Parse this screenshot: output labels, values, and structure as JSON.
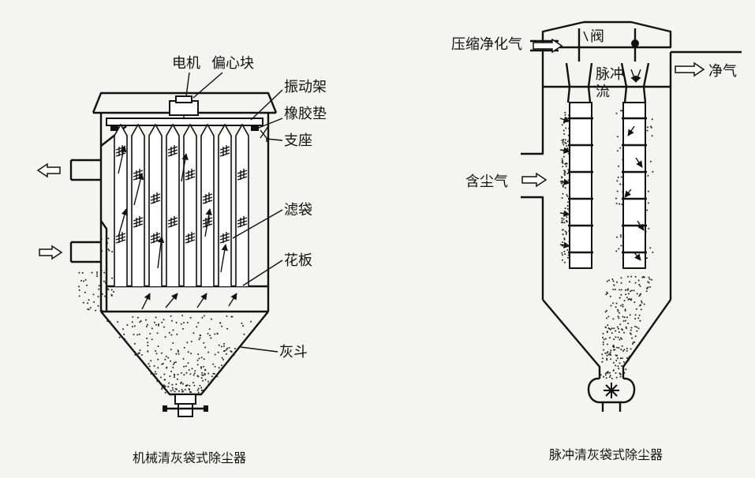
{
  "left_diagram": {
    "labels": {
      "motor": "电机",
      "eccentric": "偏心块",
      "vibration_frame": "振动架",
      "rubber_pad": "橡胶垫",
      "support": "支座",
      "filter_bag": "滤袋",
      "flower_plate": "花板",
      "ash_hopper": "灰斗"
    },
    "caption": "机械清灰袋式除尘器"
  },
  "right_diagram": {
    "labels": {
      "compressed_air": "压缩净化气",
      "valve": "阀",
      "pulse_line1": "脉冲",
      "pulse_line2": "流",
      "clean_air": "净气",
      "dusty_air": "含尘气"
    },
    "caption": "脉冲清灰袋式除尘器"
  }
}
